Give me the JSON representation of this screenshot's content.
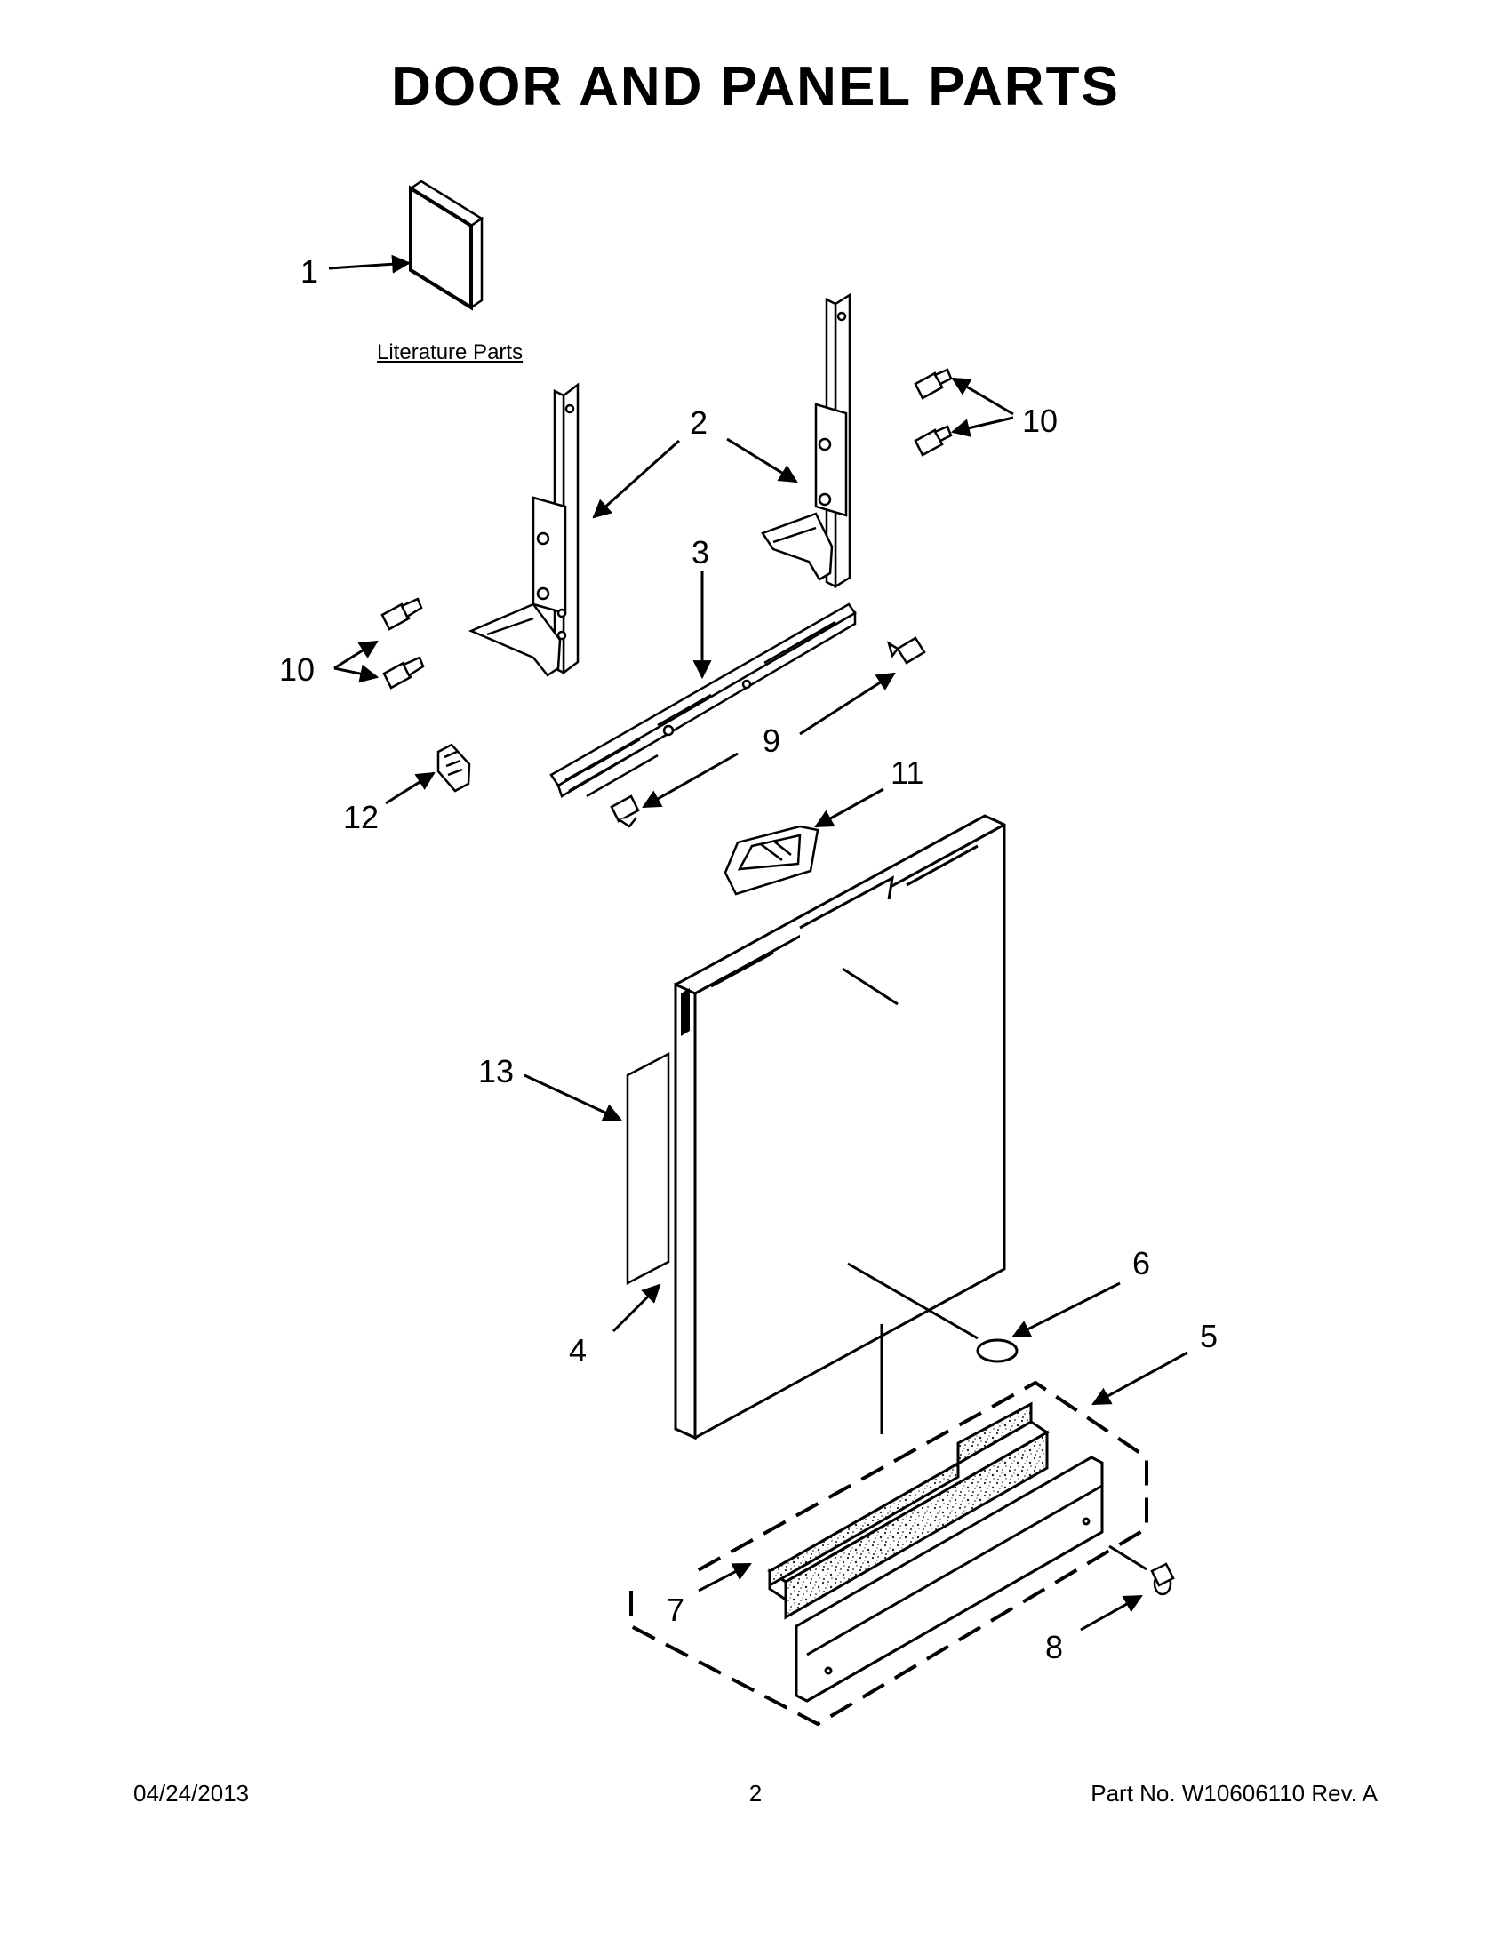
{
  "page": {
    "title": "DOOR AND PANEL PARTS"
  },
  "diagram": {
    "literature_caption": "Literature Parts",
    "callouts": {
      "c1": "1",
      "c2": "2",
      "c3": "3",
      "c4": "4",
      "c5": "5",
      "c6": "6",
      "c7": "7",
      "c8": "8",
      "c9": "9",
      "c10a": "10",
      "c10b": "10",
      "c11": "11",
      "c12": "12",
      "c13": "13"
    }
  },
  "footer": {
    "date": "04/24/2013",
    "page_number": "2",
    "part_number": "Part No.  W10606110  Rev.  A"
  }
}
